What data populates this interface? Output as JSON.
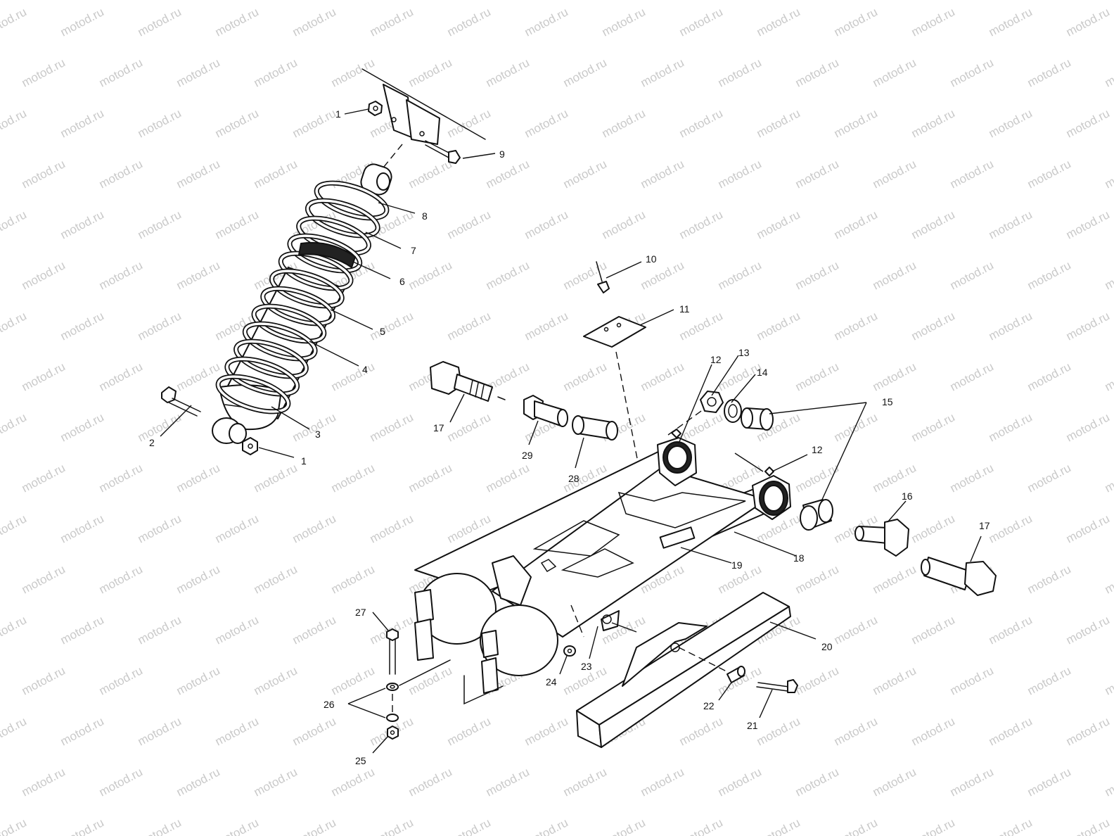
{
  "watermark": "motod.ru",
  "callouts": [
    {
      "id": "c1a",
      "text": "1"
    },
    {
      "id": "c9",
      "text": "9"
    },
    {
      "id": "c8",
      "text": "8"
    },
    {
      "id": "c7",
      "text": "7"
    },
    {
      "id": "c6",
      "text": "6"
    },
    {
      "id": "c5",
      "text": "5"
    },
    {
      "id": "c4",
      "text": "4"
    },
    {
      "id": "c3",
      "text": "3"
    },
    {
      "id": "c2",
      "text": "2"
    },
    {
      "id": "c1b",
      "text": "1"
    },
    {
      "id": "c10",
      "text": "10"
    },
    {
      "id": "c11",
      "text": "11"
    },
    {
      "id": "c12a",
      "text": "12"
    },
    {
      "id": "c13",
      "text": "13"
    },
    {
      "id": "c14",
      "text": "14"
    },
    {
      "id": "c15",
      "text": "15"
    },
    {
      "id": "c17a",
      "text": "17"
    },
    {
      "id": "c29",
      "text": "29"
    },
    {
      "id": "c28",
      "text": "28"
    },
    {
      "id": "c12b",
      "text": "12"
    },
    {
      "id": "c16",
      "text": "16"
    },
    {
      "id": "c17b",
      "text": "17"
    },
    {
      "id": "c18",
      "text": "18"
    },
    {
      "id": "c19",
      "text": "19"
    },
    {
      "id": "c20",
      "text": "20"
    },
    {
      "id": "c27",
      "text": "27"
    },
    {
      "id": "c26",
      "text": "26"
    },
    {
      "id": "c25",
      "text": "25"
    },
    {
      "id": "c24",
      "text": "24"
    },
    {
      "id": "c23",
      "text": "23"
    },
    {
      "id": "c22",
      "text": "22"
    },
    {
      "id": "c21",
      "text": "21"
    }
  ]
}
